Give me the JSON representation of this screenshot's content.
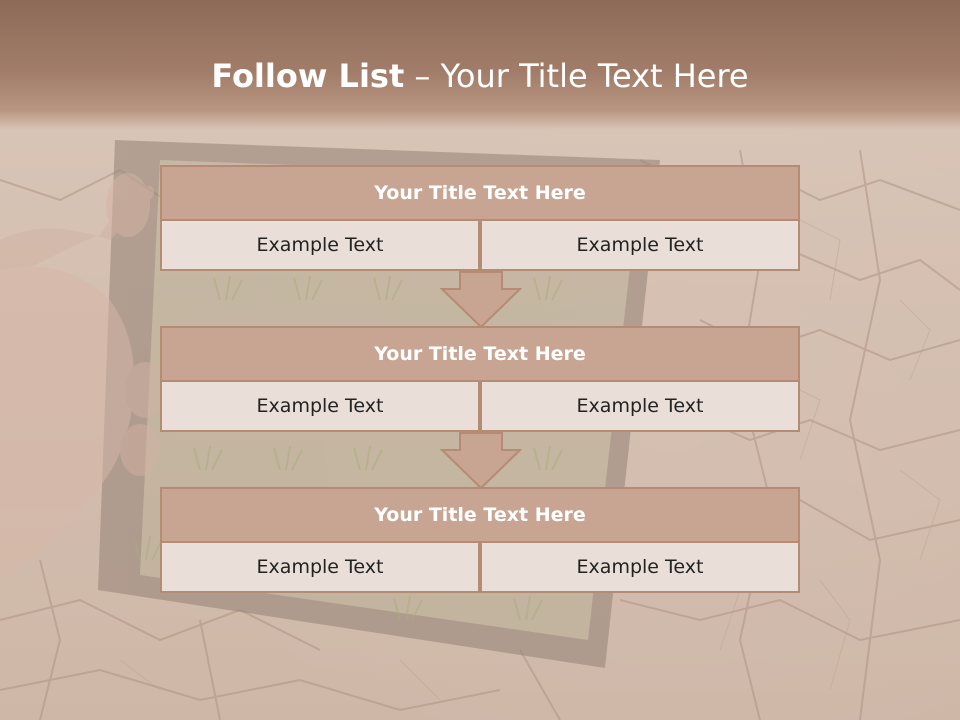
{
  "title": {
    "bold": "Follow List",
    "rest": "– Your Title Text Here"
  },
  "blocks": [
    {
      "title": "Your Title Text Here",
      "left": "Example Text",
      "right": "Example Text"
    },
    {
      "title": "Your Title Text Here",
      "left": "Example Text",
      "right": "Example Text"
    },
    {
      "title": "Your Title Text Here",
      "left": "Example Text",
      "right": "Example Text"
    }
  ],
  "colors": {
    "header": "#a17d69",
    "block_head": "#c8a592",
    "block_cell": "#eadfd8",
    "border": "#b58b75",
    "arrow": "#c8a592"
  }
}
